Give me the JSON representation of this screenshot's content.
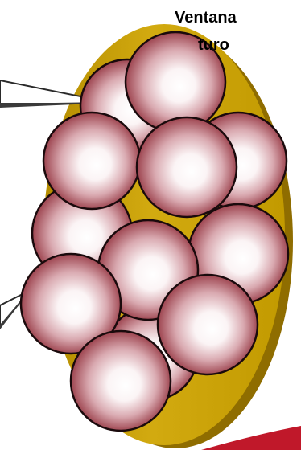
{
  "labels": {
    "ventana_line1": "Ventana",
    "ventana_line2": "turo"
  },
  "colors": {
    "capsule": "#c9a000",
    "capsule_dark": "#8a6a00",
    "sphere_edge": "#7a1a26",
    "sphere_highlight": "#ffffff",
    "pointer": "#4a4a4a",
    "corner_accent": "#c0182a"
  },
  "icons": {
    "sphere": "sphere-icon",
    "pointer": "pointer-wedge"
  }
}
